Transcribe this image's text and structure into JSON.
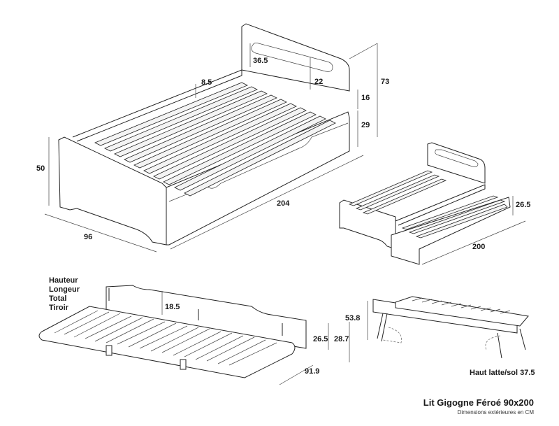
{
  "dimensions": {
    "headboard_top": "36.5",
    "headboard_slot": "22",
    "slat_gap": "8.5",
    "total_height": "73",
    "upper_gap": "16",
    "lower_height": "29",
    "bed_height": "50",
    "bed_width": "96",
    "bed_length": "204",
    "trundle_height": "26.5",
    "trundle_length": "200",
    "drawer_rise": "18.5",
    "drawer_height": "26.5",
    "drawer_total": "28.7",
    "drawer_width": "91.9",
    "raised_height": "53.8"
  },
  "legend": {
    "line1": "Hauteur",
    "line2": "Longeur",
    "line3": "Total",
    "line4": "Tiroir"
  },
  "annotation": {
    "slat_floor": "Haut latte/sol 37.5"
  },
  "title": {
    "main": "Lit Gigogne Féroé 90x200",
    "sub": "Dimensions extérieures en CM"
  }
}
